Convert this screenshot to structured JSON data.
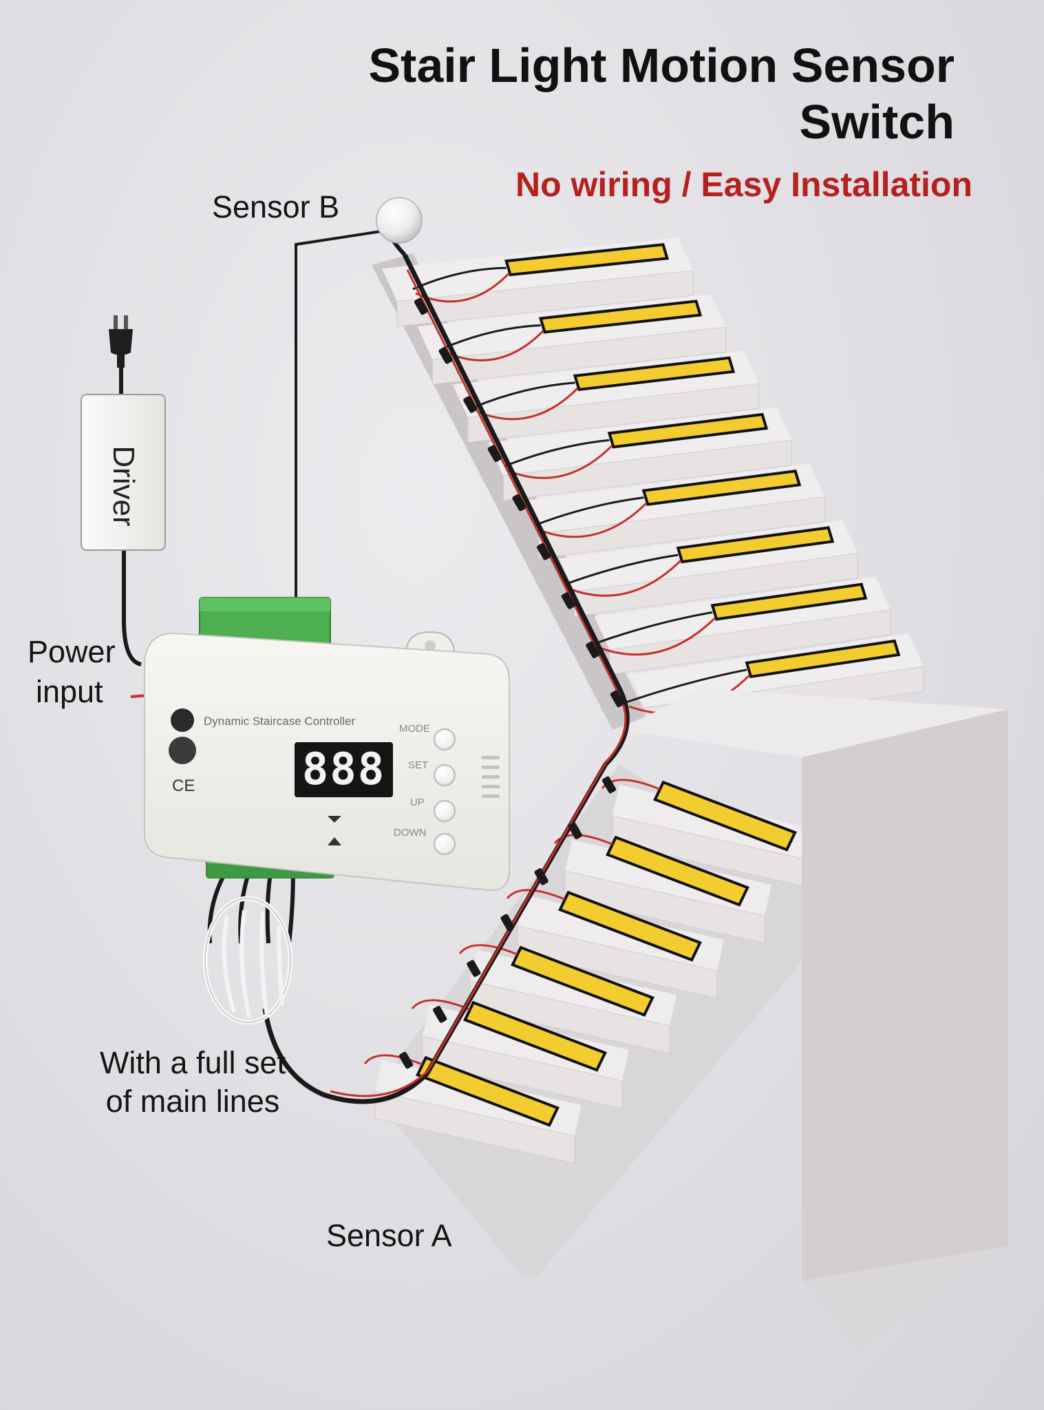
{
  "title": {
    "line1": "Stair Light Motion Sensor",
    "line2": "Switch"
  },
  "subtitle": "No wiring / Easy Installation",
  "labels": {
    "sensor_b": "Sensor B",
    "sensor_a": "Sensor A",
    "power_input_line1": "Power",
    "power_input_line2": "input",
    "main_lines": "With a full set of main lines",
    "driver": "Driver"
  },
  "controller": {
    "title": "Dynamic Staircase Controller",
    "display": "888",
    "ce_mark": "CE",
    "buttons": [
      {
        "label": "MODE"
      },
      {
        "label": "SET"
      },
      {
        "label": "UP"
      },
      {
        "label": "DOWN"
      }
    ]
  },
  "colors": {
    "background": "#e3e1e5",
    "stair_light": "#e7e3e3",
    "stair_shadow": "#c9c5c8",
    "led_strip": "#f3cd2f",
    "led_outline": "#111111",
    "wire_red": "#c4302a",
    "wire_black": "#1a1a1a",
    "terminal_green": "#4caf50",
    "subtitle_red": "#b5221d"
  },
  "icons": [
    "power-plug-icon",
    "sensor-ball-icon",
    "led-strip-icon",
    "terminal-block-icon",
    "mounting-tab-icon",
    "vent-slots-icon"
  ]
}
